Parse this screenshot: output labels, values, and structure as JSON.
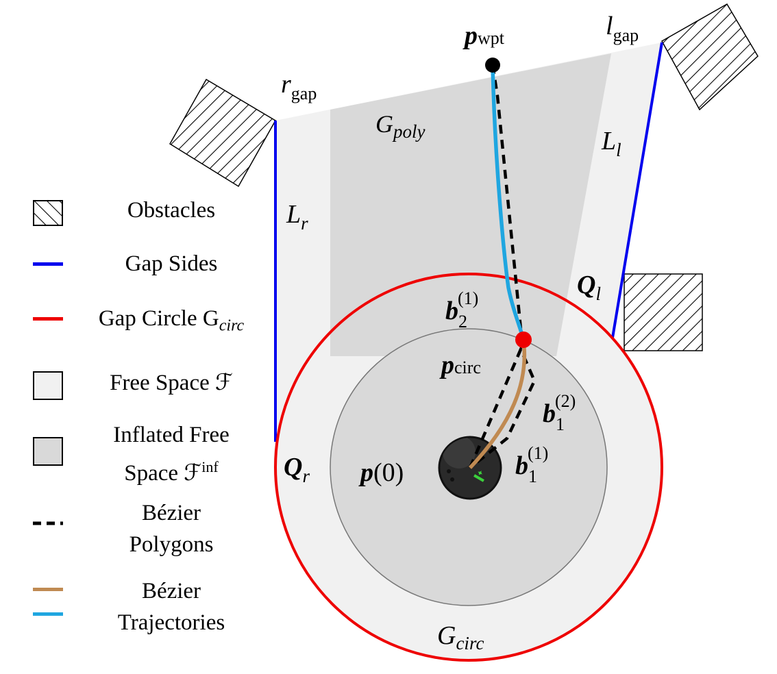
{
  "colors": {
    "free_space": "#f1f1f1",
    "inflated_free_space": "#d9d9d9",
    "gap_sides": "#0000ee",
    "gap_circle": "#ee0000",
    "bezier_polygon": "#111111",
    "bezier_trajectory_brown": "#c08a52",
    "bezier_trajectory_blue": "#1fa6e0",
    "obstacle_hatch": "#000000"
  },
  "labels": {
    "p_wpt": {
      "main": "p",
      "sub": "wpt"
    },
    "l_gap": {
      "main": "l",
      "sub": "gap"
    },
    "r_gap": {
      "main": "r",
      "sub": "gap"
    },
    "G_poly": {
      "main": "G",
      "sub": "poly"
    },
    "L_l": {
      "main": "L",
      "sub": "l"
    },
    "L_r": {
      "main": "L",
      "sub": "r"
    },
    "Q_l": {
      "main": "Q",
      "sub": "l"
    },
    "Q_r": {
      "main": "Q",
      "sub": "r"
    },
    "b2_1": {
      "main": "b",
      "sub": "2",
      "sup": "(1)"
    },
    "b1_2": {
      "main": "b",
      "sub": "1",
      "sup": "(2)"
    },
    "b1_1": {
      "main": "b",
      "sub": "1",
      "sup": "(1)"
    },
    "p_circ": {
      "main": "p",
      "sub": "circ"
    },
    "p0": {
      "main": "p",
      "arg": "(0)"
    },
    "G_circ": {
      "main": "G",
      "sub": "circ"
    }
  },
  "legend": [
    {
      "icon": "obstacles",
      "lines": [
        "Obstacles"
      ]
    },
    {
      "icon": "gap-sides",
      "lines": [
        "Gap Sides"
      ]
    },
    {
      "icon": "gap-circle",
      "lines": [
        "Gap Circle G"
      ],
      "math_sub": "circ"
    },
    {
      "icon": "free-space",
      "lines": [
        "Free Space ℱ"
      ]
    },
    {
      "icon": "inflated-free-space",
      "lines": [
        "Inflated Free",
        "Space ℱ"
      ],
      "math_sup": "inf"
    },
    {
      "icon": "bezier-polygons",
      "lines": [
        "Bézier",
        "Polygons"
      ]
    },
    {
      "icon": "bezier-trajectories",
      "lines": [
        "Bézier",
        "Trajectories"
      ]
    }
  ]
}
